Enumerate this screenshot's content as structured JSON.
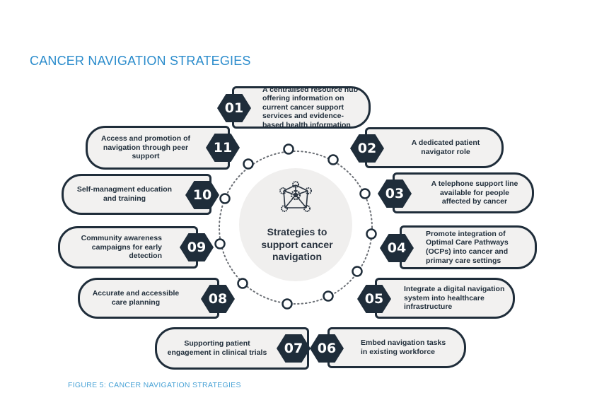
{
  "title": "CANCER NAVIGATION STRATEGIES",
  "caption": "FIGURE 5: CANCER NAVIGATION STRATEGIES",
  "center": {
    "label": "Strategies to support cancer navigation",
    "icon": "network-gears-icon"
  },
  "colors": {
    "title": "#2b8ccc",
    "dark": "#1f2d3a",
    "pill_fill": "#f2f1f0",
    "center_fill": "#f0efee"
  },
  "strategies": [
    {
      "number": "01",
      "text": "A centralised resource hub offering information on current cancer support services and evidence-based health information"
    },
    {
      "number": "02",
      "text": "A dedicated patient navigator role"
    },
    {
      "number": "03",
      "text": "A telephone support line available for people affected by cancer"
    },
    {
      "number": "04",
      "text": "Promote integration of Optimal Care Pathways (OCPs) into cancer and primary care settings"
    },
    {
      "number": "05",
      "text": "Integrate a digital navigation system into healthcare infrastructure"
    },
    {
      "number": "06",
      "text": "Embed navigation tasks in existing workforce"
    },
    {
      "number": "07",
      "text": "Supporting patient engagement in clinical trials"
    },
    {
      "number": "08",
      "text": "Accurate and accessible care planning"
    },
    {
      "number": "09",
      "text": "Community awareness campaigns for early detection"
    },
    {
      "number": "10",
      "text": "Self-managment education and training"
    },
    {
      "number": "11",
      "text": "Access and promotion of navigation through peer support"
    }
  ]
}
